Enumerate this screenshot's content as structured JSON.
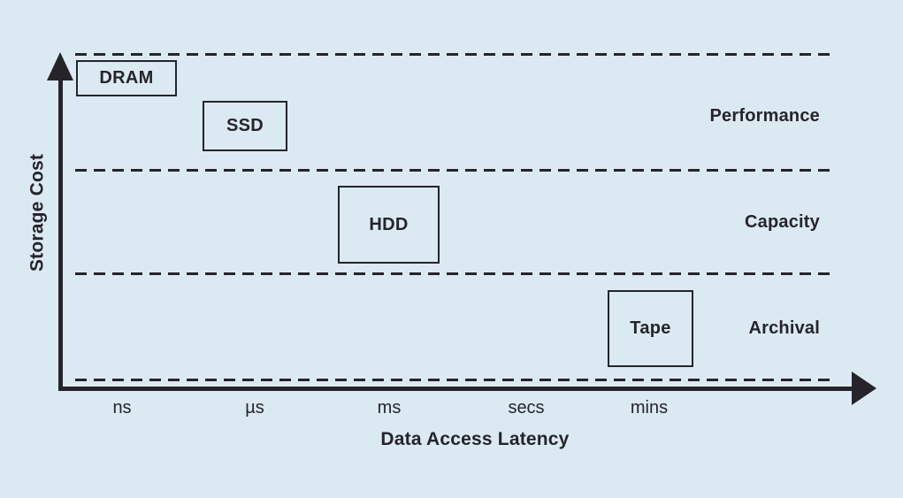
{
  "colors": {
    "background": "#dbe9f2",
    "ink": "#26242a"
  },
  "y_axis": {
    "label": "Storage Cost"
  },
  "x_axis": {
    "label": "Data Access Latency",
    "ticks": [
      "ns",
      "µs",
      "ms",
      "secs",
      "mins"
    ]
  },
  "zones": [
    {
      "label": "Performance"
    },
    {
      "label": "Capacity"
    },
    {
      "label": "Archival"
    }
  ],
  "storage_boxes": [
    {
      "label": "DRAM",
      "zone": "Performance",
      "latency": "ns"
    },
    {
      "label": "SSD",
      "zone": "Performance",
      "latency": "µs"
    },
    {
      "label": "HDD",
      "zone": "Capacity",
      "latency": "ms"
    },
    {
      "label": "Tape",
      "zone": "Archival",
      "latency": "mins"
    }
  ]
}
